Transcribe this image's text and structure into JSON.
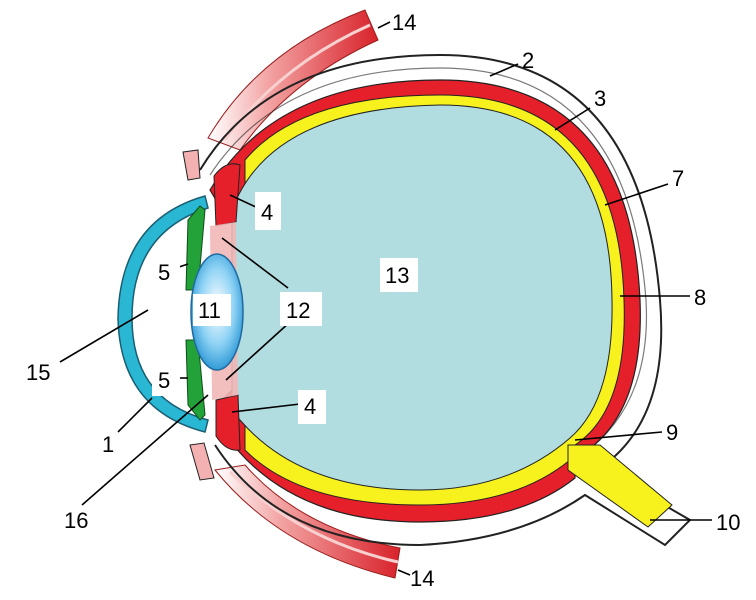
{
  "diagram": {
    "labels": {
      "l1": "1",
      "l2": "2",
      "l3": "3",
      "l4a": "4",
      "l4b": "4",
      "l5a": "5",
      "l5b": "5",
      "l7": "7",
      "l8": "8",
      "l9": "9",
      "l10": "10",
      "l11": "11",
      "l12": "12",
      "l13": "13",
      "l14a": "14",
      "l14b": "14",
      "l15": "15",
      "l16": "16"
    },
    "colors": {
      "vitreous": "#b1dde0",
      "choroid": "#e5202a",
      "retina": "#f7f21d",
      "optic_nerve": "#f7f21d",
      "cornea": "#29b7d3",
      "iris": "#23a23a",
      "lens": "#4fb3e6",
      "muscle": "#e24a4a",
      "ciliary": "#f2b7b7",
      "sclera_outline": "#222222"
    }
  }
}
